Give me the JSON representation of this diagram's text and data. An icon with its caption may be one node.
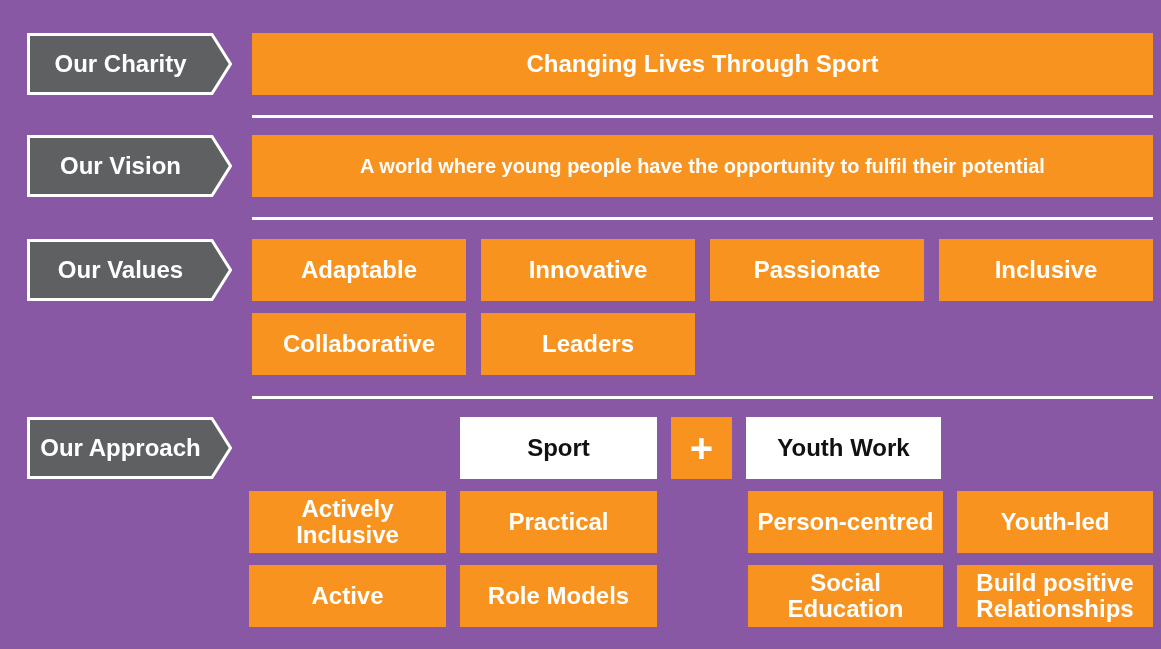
{
  "diagram": {
    "nodes": [
      {
        "text": [
          "Our Charity"
        ]
      },
      {
        "text": [
          "Changing Lives Through Sport"
        ]
      },
      {
        "text": [
          "Our Vision"
        ]
      },
      {
        "text": [
          "A world where young people have the opportunity to fulfil their potential"
        ]
      },
      {
        "text": [
          "Our Values"
        ]
      },
      {
        "text": [
          "Adaptable"
        ]
      },
      {
        "text": [
          "Innovative"
        ]
      },
      {
        "text": [
          "Passionate"
        ]
      },
      {
        "text": [
          "Inclusive"
        ]
      },
      {
        "text": [
          "Collaborative"
        ]
      },
      {
        "text": [
          "Leaders"
        ]
      },
      {
        "text": [
          "Our Approach"
        ]
      },
      {
        "text": [
          "Sport"
        ]
      },
      {
        "text": [
          "+"
        ]
      },
      {
        "text": [
          "Youth Work"
        ]
      },
      {
        "text": [
          "Actively Inclusive"
        ]
      },
      {
        "text": [
          "Practical"
        ]
      },
      {
        "text": [
          "Person-centred"
        ]
      },
      {
        "text": [
          "Youth-led"
        ]
      },
      {
        "text": [
          "Active"
        ]
      },
      {
        "text": [
          "Role Models"
        ]
      },
      {
        "text": [
          "Social Education"
        ]
      },
      {
        "text": [
          "Build positive Relationships"
        ]
      }
    ]
  }
}
